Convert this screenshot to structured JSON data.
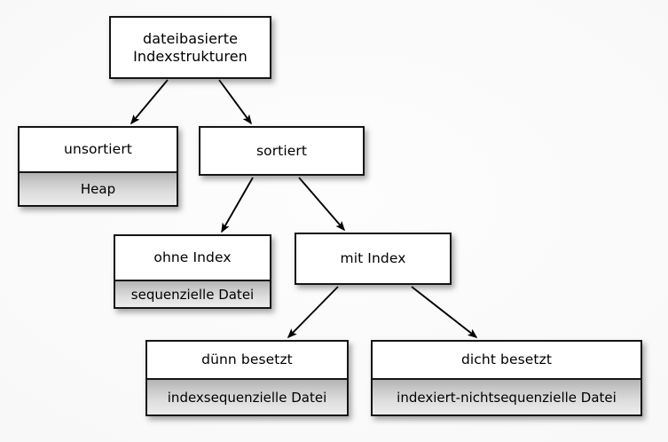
{
  "diagram": {
    "title": "dateibasierte Indexstrukturen",
    "background_color": "#f9f9f9",
    "border_color": "#151515",
    "node_fill": "#ffffff",
    "sub_fill_top": "#b3b3b3",
    "sub_fill_bottom": "#ececec",
    "arrow_color": "#000000"
  },
  "nodes": {
    "root": {
      "title": "dateibasierte\nIndexstrukturen"
    },
    "unsortiert": {
      "title": "unsortiert",
      "sub": "Heap"
    },
    "sortiert": {
      "title": "sortiert"
    },
    "ohne_index": {
      "title": "ohne Index",
      "sub": "sequenzielle Datei"
    },
    "mit_index": {
      "title": "mit Index"
    },
    "duenn_besetzt": {
      "title": "dünn besetzt",
      "sub": "indexsequenzielle Datei"
    },
    "dicht_besetzt": {
      "title": "dicht besetzt",
      "sub": "indexiert-nichtsequenzielle Datei"
    }
  },
  "edges": [
    {
      "name": "root-to-unsortiert",
      "from": "root",
      "to": "unsortiert"
    },
    {
      "name": "root-to-sortiert",
      "from": "root",
      "to": "sortiert"
    },
    {
      "name": "sortiert-to-ohne-index",
      "from": "sortiert",
      "to": "ohne_index"
    },
    {
      "name": "sortiert-to-mit-index",
      "from": "sortiert",
      "to": "mit_index"
    },
    {
      "name": "mit-index-to-duenn",
      "from": "mit_index",
      "to": "duenn_besetzt"
    },
    {
      "name": "mit-index-to-dicht",
      "from": "mit_index",
      "to": "dicht_besetzt"
    }
  ]
}
